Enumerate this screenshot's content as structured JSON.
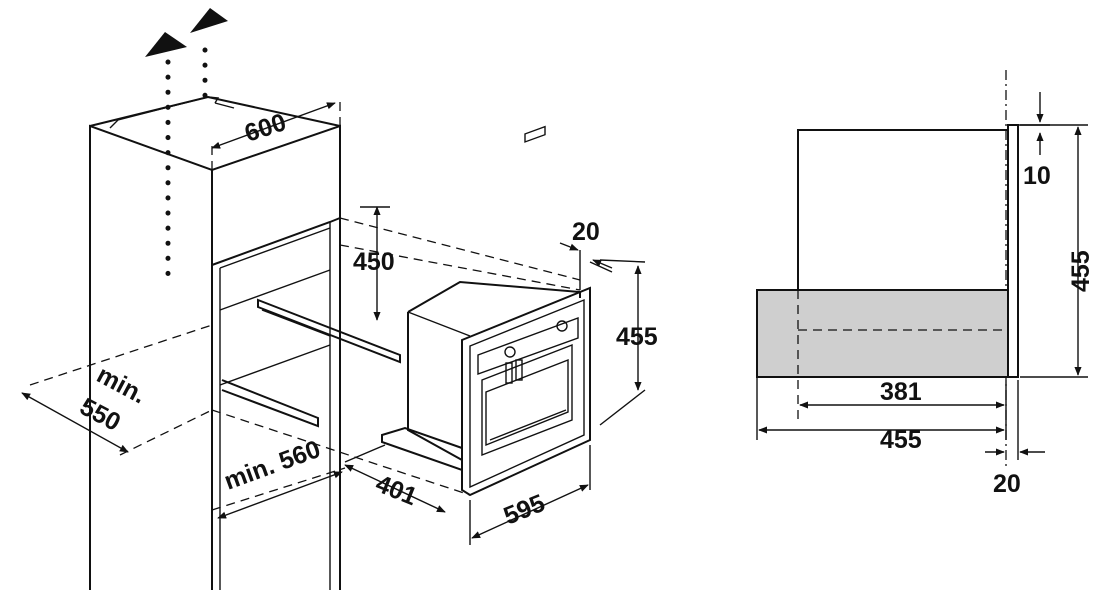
{
  "dimensions": {
    "cabinet_width": "600",
    "opening_height": "450",
    "min_depth": "min.\n550",
    "min_width": "min. 560",
    "machine_depth": "401",
    "machine_width": "595",
    "front_thickness": "20",
    "machine_height": "455",
    "side_top_gap": "10",
    "side_height": "455",
    "side_inner_depth": "381",
    "side_total_depth": "455",
    "side_front_thickness": "20"
  },
  "colors": {
    "line": "#111111",
    "machine_body_fill": "#cfcfcf",
    "background": "#ffffff"
  }
}
